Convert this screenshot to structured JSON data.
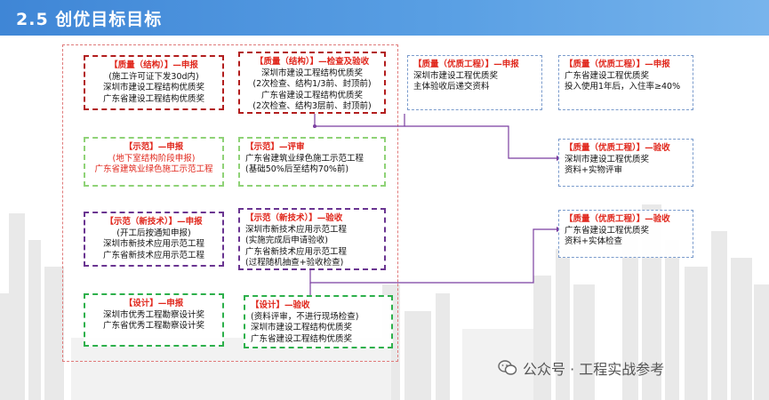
{
  "header": {
    "title": "2.5 创优目标目标"
  },
  "boxes": {
    "b1": {
      "title": "【质量（结构）】—申报",
      "lines": [
        "(施工许可证下发30d内)",
        "深圳市建设工程结构优质奖",
        "广东省建设工程结构优质奖"
      ]
    },
    "b2": {
      "title": "【质量（结构）】—检查及验收",
      "lines": [
        "深圳市建设工程结构优质奖",
        "(2次检查、结构1/3前、封顶前)",
        "广东省建设工程结构优质奖",
        "(2次检查、结构3层前、封顶前)"
      ]
    },
    "b3": {
      "title": "【质量（优质工程）】—申报",
      "lines": [
        "深圳市建设工程优质奖",
        "主体验收后递交资料"
      ]
    },
    "b4": {
      "title": "【质量（优质工程）】—申报",
      "lines": [
        "广东省建设工程优质奖",
        "投入使用1年后，入住率≥40%"
      ]
    },
    "b5": {
      "title": "【示范】—申报",
      "lines": [
        "(地下室结构阶段申报)",
        "广东省建筑业绿色施工示范工程"
      ]
    },
    "b6": {
      "title": "【示范】—评审",
      "lines": [
        "广东省建筑业绿色施工示范工程",
        "(基础50%后至结构70%前)"
      ]
    },
    "b7": {
      "title": "【质量（优质工程）】—验收",
      "lines": [
        "深圳市建设工程优质奖",
        "资料+实物评审"
      ]
    },
    "b8": {
      "title": "【示范（新技术）】—申报",
      "lines": [
        "(开工后按通知申报)",
        "深圳市新技术应用示范工程",
        "广东省新技术应用示范工程"
      ]
    },
    "b9": {
      "title": "【示范（新技术）】—验收",
      "lines": [
        "深圳市新技术应用示范工程",
        "(实施完成后申请验收)",
        "广东省新技术应用示范工程",
        "(过程随机抽查+验收检查)"
      ]
    },
    "b10": {
      "title": "【质量（优质工程）】—验收",
      "lines": [
        "广东省建设工程优质奖",
        "资料+实体检查"
      ]
    },
    "b11": {
      "title": "【设计】—申报",
      "lines": [
        "深圳市优秀工程勘察设计奖",
        "广东省优秀工程勘察设计奖"
      ]
    },
    "b12": {
      "title": "【设计】—验收",
      "lines": [
        "(资料评审，不进行现场检查)",
        "深圳市建设工程结构优质奖",
        "广东省建设工程结构优质奖"
      ]
    }
  },
  "watermark": {
    "text": "公众号 · 工程实战参考"
  },
  "colors": {
    "header": "#3f86d6",
    "title_red": "#e0261b",
    "connector": "#7b3fa0"
  }
}
